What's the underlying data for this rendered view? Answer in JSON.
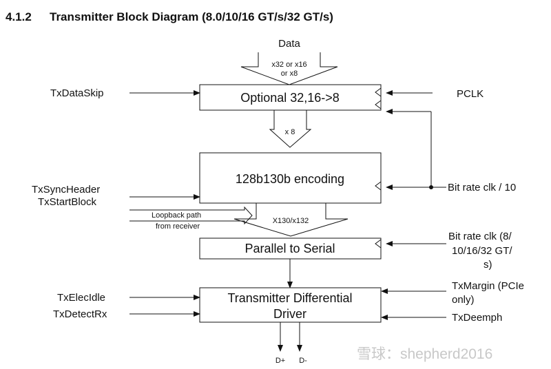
{
  "heading": {
    "number": "4.1.2",
    "title": "Transmitter Block Diagram (8.0/10/16 GT/s/32 GT/s)"
  },
  "top_input": {
    "label": "Data",
    "width_note_1": "x32 or x16",
    "width_note_2": "or x8"
  },
  "blocks": {
    "optional": "Optional 32,16->8",
    "encoding": "128b130b encoding",
    "p2s": "Parallel to Serial",
    "driver_line1": "Transmitter Differential",
    "driver_line2": "Driver"
  },
  "arrow_labels": {
    "x8": "x 8",
    "x130": "X130/x132"
  },
  "left_inputs": {
    "txdataskip": "TxDataSkip",
    "txsyncheader": "TxSyncHeader",
    "txstartblock": "TxStartBlock",
    "loopback_1": "Loopback path",
    "loopback_2": "from receiver",
    "txelecidle": "TxElecIdle",
    "txdetectrx": "TxDetectRx"
  },
  "right_inputs": {
    "pclk": "PCLK",
    "bitrate10": "Bit rate clk / 10",
    "bitrate_1": "Bit rate clk (8/",
    "bitrate_2": "10/16/32 GT/",
    "bitrate_3": "s)",
    "txmargin_1": "TxMargin (PCIe",
    "txmargin_2": "only)",
    "txdeemph": "TxDeemph"
  },
  "outputs": {
    "dplus": "D+",
    "dminus": "D-"
  },
  "watermark": {
    "text": "雪球：shepherd2016"
  }
}
